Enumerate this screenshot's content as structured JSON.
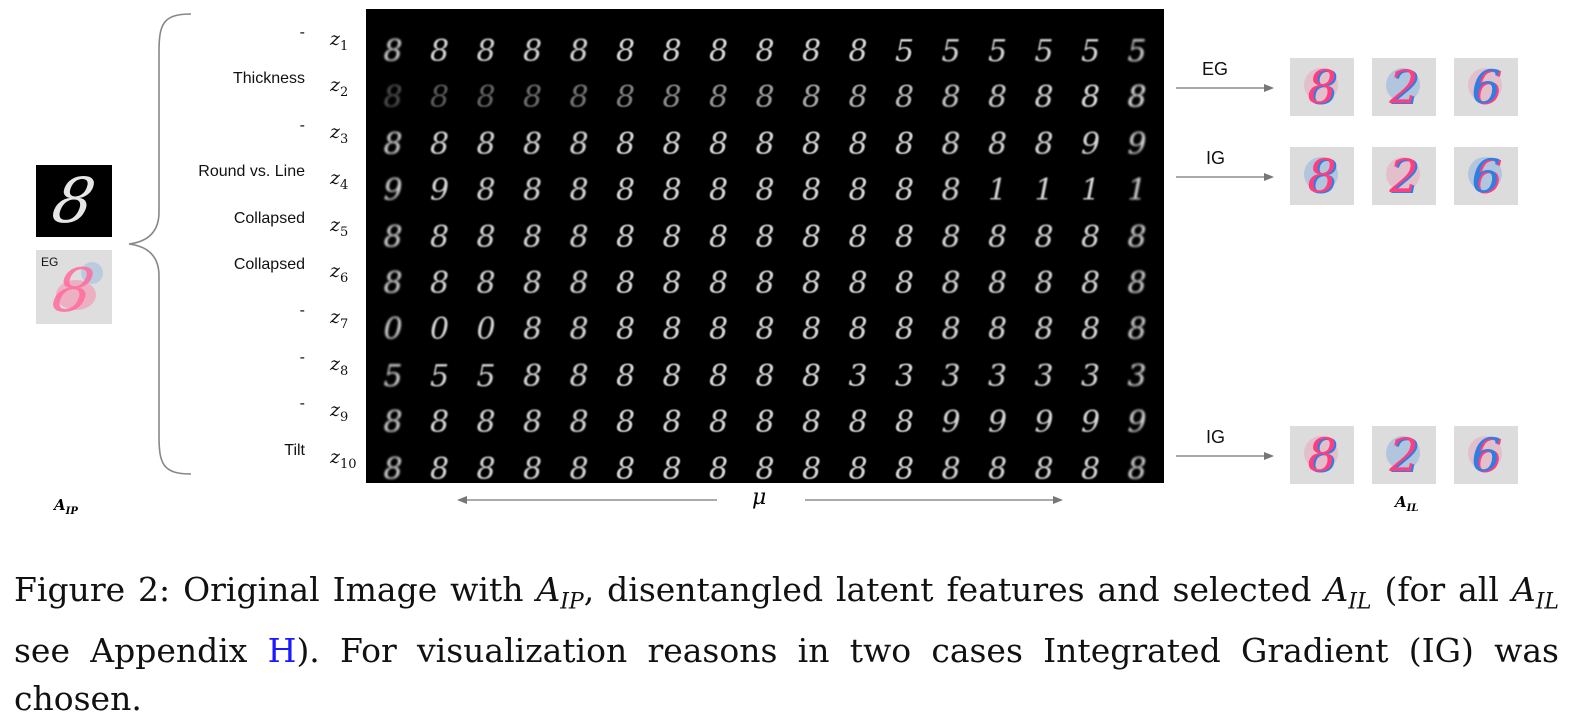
{
  "left_panel": {
    "original_digit": "8",
    "eg_label": "EG",
    "aip_label": {
      "main": "A",
      "sub": "IP"
    }
  },
  "rows": [
    {
      "feature": "-",
      "z": "z",
      "z_sub": "1",
      "glyphs": [
        "8",
        "8",
        "8",
        "8",
        "8",
        "8",
        "8",
        "8",
        "8",
        "8",
        "8",
        "5",
        "5",
        "5",
        "5",
        "5",
        "5"
      ]
    },
    {
      "feature": "Thickness",
      "z": "z",
      "z_sub": "2",
      "glyphs": [
        "8",
        "8",
        "8",
        "8",
        "8",
        "8",
        "8",
        "8",
        "8",
        "8",
        "8",
        "8",
        "8",
        "8",
        "8",
        "8",
        "8"
      ]
    },
    {
      "feature": "-",
      "z": "z",
      "z_sub": "3",
      "glyphs": [
        "8",
        "8",
        "8",
        "8",
        "8",
        "8",
        "8",
        "8",
        "8",
        "8",
        "8",
        "8",
        "8",
        "8",
        "8",
        "9",
        "9"
      ]
    },
    {
      "feature": "Round vs. Line",
      "z": "z",
      "z_sub": "4",
      "glyphs": [
        "9",
        "9",
        "8",
        "8",
        "8",
        "8",
        "8",
        "8",
        "8",
        "8",
        "8",
        "8",
        "8",
        "1",
        "1",
        "1",
        "1"
      ]
    },
    {
      "feature": "Collapsed",
      "z": "z",
      "z_sub": "5",
      "glyphs": [
        "8",
        "8",
        "8",
        "8",
        "8",
        "8",
        "8",
        "8",
        "8",
        "8",
        "8",
        "8",
        "8",
        "8",
        "8",
        "8",
        "8"
      ]
    },
    {
      "feature": "Collapsed",
      "z": "z",
      "z_sub": "6",
      "glyphs": [
        "8",
        "8",
        "8",
        "8",
        "8",
        "8",
        "8",
        "8",
        "8",
        "8",
        "8",
        "8",
        "8",
        "8",
        "8",
        "8",
        "8"
      ]
    },
    {
      "feature": "-",
      "z": "z",
      "z_sub": "7",
      "glyphs": [
        "0",
        "0",
        "0",
        "8",
        "8",
        "8",
        "8",
        "8",
        "8",
        "8",
        "8",
        "8",
        "8",
        "8",
        "8",
        "8",
        "8"
      ]
    },
    {
      "feature": "-",
      "z": "z",
      "z_sub": "8",
      "glyphs": [
        "5",
        "5",
        "5",
        "8",
        "8",
        "8",
        "8",
        "8",
        "8",
        "8",
        "3",
        "3",
        "3",
        "3",
        "3",
        "3",
        "3"
      ]
    },
    {
      "feature": "-",
      "z": "z",
      "z_sub": "9",
      "glyphs": [
        "8",
        "8",
        "8",
        "8",
        "8",
        "8",
        "8",
        "8",
        "8",
        "8",
        "8",
        "8",
        "9",
        "9",
        "9",
        "9",
        "9"
      ]
    },
    {
      "feature": "Tilt",
      "z": "z",
      "z_sub": "10",
      "glyphs": [
        "8",
        "8",
        "8",
        "8",
        "8",
        "8",
        "8",
        "8",
        "8",
        "8",
        "8",
        "8",
        "8",
        "8",
        "8",
        "8",
        "8"
      ]
    }
  ],
  "mu_label": "μ",
  "right_panel": {
    "groups": [
      {
        "method": "EG",
        "row": 2,
        "glyphs": [
          "8",
          "2",
          "6"
        ]
      },
      {
        "method": "IG",
        "row": 4,
        "glyphs": [
          "8",
          "2",
          "6"
        ]
      },
      {
        "method": "IG",
        "row": 10,
        "glyphs": [
          "8",
          "2",
          "6"
        ]
      }
    ],
    "ail_label": {
      "main": "A",
      "sub": "IL"
    }
  },
  "colors": {
    "pos": "#ff3d7f",
    "neg": "#2f7fe0",
    "grid_bg": "#000000",
    "tile_bg": "#dcdcdc"
  },
  "caption": {
    "p1": "Figure 2: Original Image with ",
    "m1": "A",
    "m1_sub": "IP",
    "p2": ", disentangled latent features and selected ",
    "m2": "A",
    "m2_sub": "IL",
    "p3": " (for all ",
    "m3": "A",
    "m3_sub": "IL",
    "p4": " see Appendix ",
    "ref": "H",
    "p5": "). For visualization reasons in two cases Integrated Gradient (IG) was chosen."
  }
}
